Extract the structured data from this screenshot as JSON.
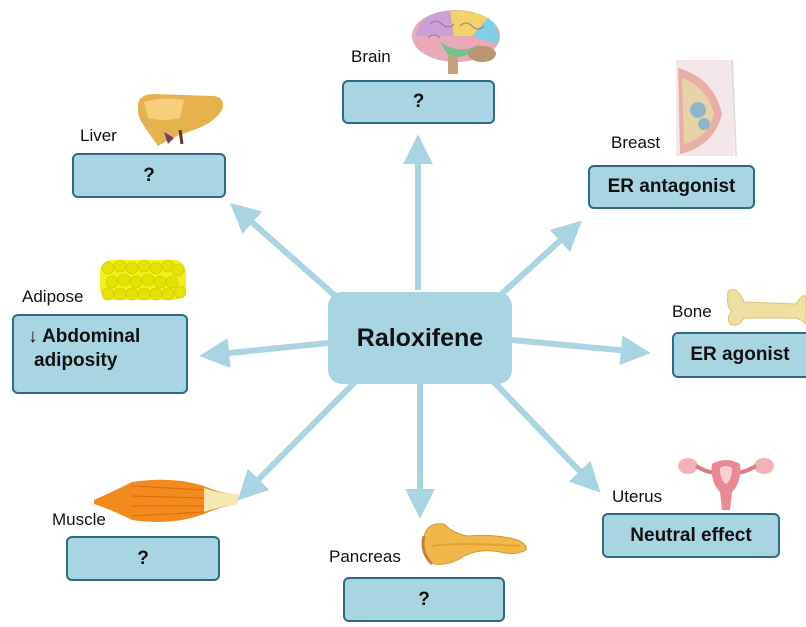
{
  "center": {
    "label": "Raloxifene"
  },
  "nodes": {
    "brain": {
      "organ": "Brain",
      "effect": "?"
    },
    "liver": {
      "organ": "Liver",
      "effect": "?"
    },
    "breast": {
      "organ": "Breast",
      "effect": "ER antagonist"
    },
    "adipose": {
      "organ": "Adipose",
      "effect_line1": "↓ Abdominal",
      "effect_line2": "adiposity"
    },
    "bone": {
      "organ": "Bone",
      "effect": "ER agonist"
    },
    "muscle": {
      "organ": "Muscle",
      "effect": "?"
    },
    "pancreas": {
      "organ": "Pancreas",
      "effect": "?"
    },
    "uterus": {
      "organ": "Uterus",
      "effect": "Neutral effect"
    }
  },
  "colors": {
    "box_fill": "#a9d5e3",
    "box_border": "#2d6b84",
    "arrow": "#a9d5e3"
  },
  "icons": [
    "brain-icon",
    "liver-icon",
    "breast-icon",
    "adipose-icon",
    "bone-icon",
    "muscle-icon",
    "pancreas-icon",
    "uterus-icon"
  ]
}
